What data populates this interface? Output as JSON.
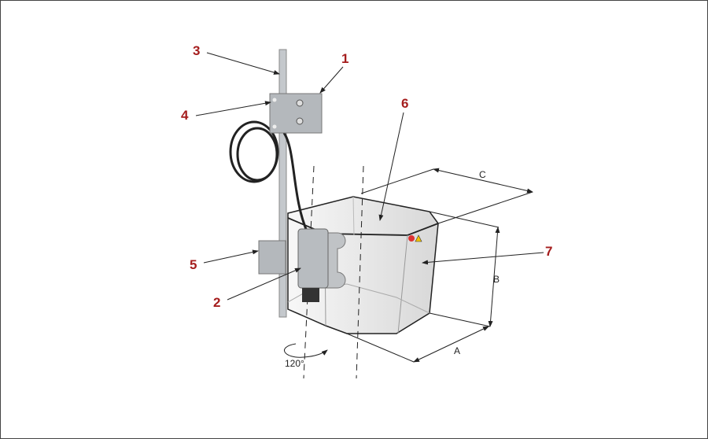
{
  "callouts": {
    "c1": "1",
    "c2": "2",
    "c3": "3",
    "c4": "4",
    "c5": "5",
    "c6": "6",
    "c7": "7"
  },
  "dimensions": {
    "a": "A",
    "b": "B",
    "c": "C",
    "rotation": "120°"
  },
  "colors": {
    "callout": "#a51d1d",
    "metal": "#b4b8bc",
    "shield": "#eeeeee"
  }
}
